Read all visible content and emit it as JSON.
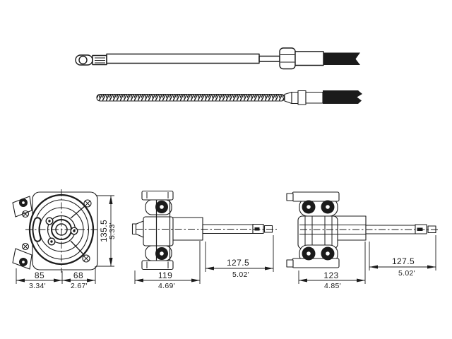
{
  "colors": {
    "ink": "#1b1b1b",
    "paper": "#ffffff"
  },
  "views": {
    "front": {
      "dims": {
        "height_mm": "135.5",
        "height_in": "5.33'",
        "width_left_mm": "85",
        "width_left_in": "3.34'",
        "width_right_mm": "68",
        "width_right_in": "2.67'"
      }
    },
    "side_a": {
      "dims": {
        "body_mm": "119",
        "body_in": "4.69'",
        "stroke_mm": "127.5",
        "stroke_in": "5.02'"
      }
    },
    "side_b": {
      "dims": {
        "body_mm": "123",
        "body_in": "4.85'",
        "stroke_mm": "127.5",
        "stroke_in": "5.02'"
      }
    }
  }
}
